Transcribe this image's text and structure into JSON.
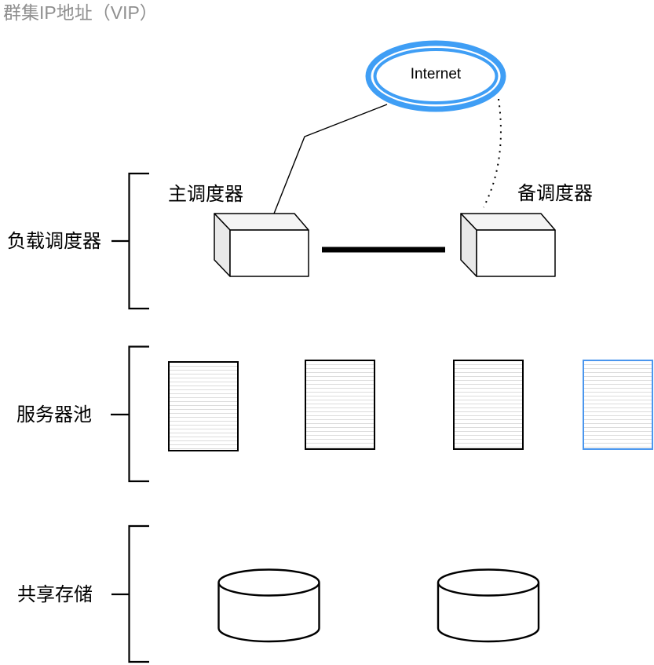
{
  "title": "群集IP地址（VIP）",
  "colors": {
    "accent_blue": "#3f9ef5",
    "server_highlight_blue": "#4a96ee",
    "title_gray": "#8f8f8f"
  },
  "internet": {
    "label": "Internet"
  },
  "dispatchers": {
    "group_label": "负载调度器",
    "primary_label": "主调度器",
    "backup_label": "备调度器"
  },
  "server_pool": {
    "group_label": "服务器池",
    "server_count": 4,
    "highlighted_server_index": 4
  },
  "storage": {
    "group_label": "共享存储",
    "cylinder_count": 2
  }
}
